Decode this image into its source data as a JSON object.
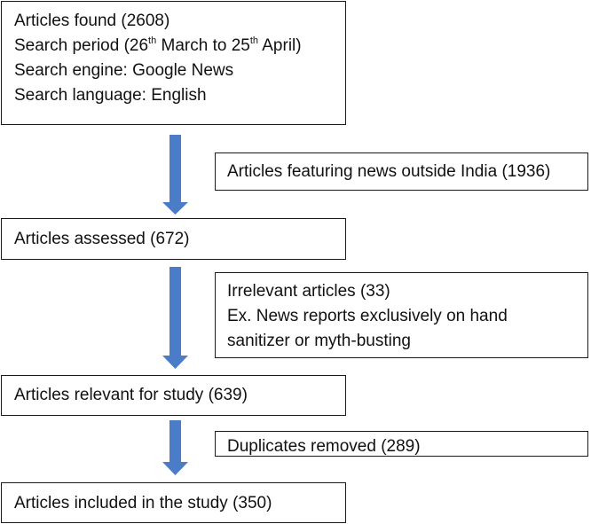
{
  "flowchart": {
    "search_box": {
      "line1": "Articles found (2608)",
      "line2_prefix": "Search period (26",
      "line2_sup1": "th",
      "line2_middle": " March to 25",
      "line2_sup2": "th",
      "line2_suffix": " April)",
      "line3": "Search engine: Google News",
      "line4": "Search language: English"
    },
    "excluded_outside_india": "Articles featuring news outside India (1936)",
    "assessed": "Articles assessed (672)",
    "excluded_irrelevant": {
      "line1": "Irrelevant articles (33)",
      "line2": "Ex. News reports exclusively on hand",
      "line3": "sanitizer or myth-busting"
    },
    "relevant": "Articles relevant for study (639)",
    "excluded_duplicates": "Duplicates removed (289)",
    "included": "Articles included in the study (350)"
  },
  "colors": {
    "arrow": "#4a7cc8",
    "border": "#1a1a1a"
  }
}
